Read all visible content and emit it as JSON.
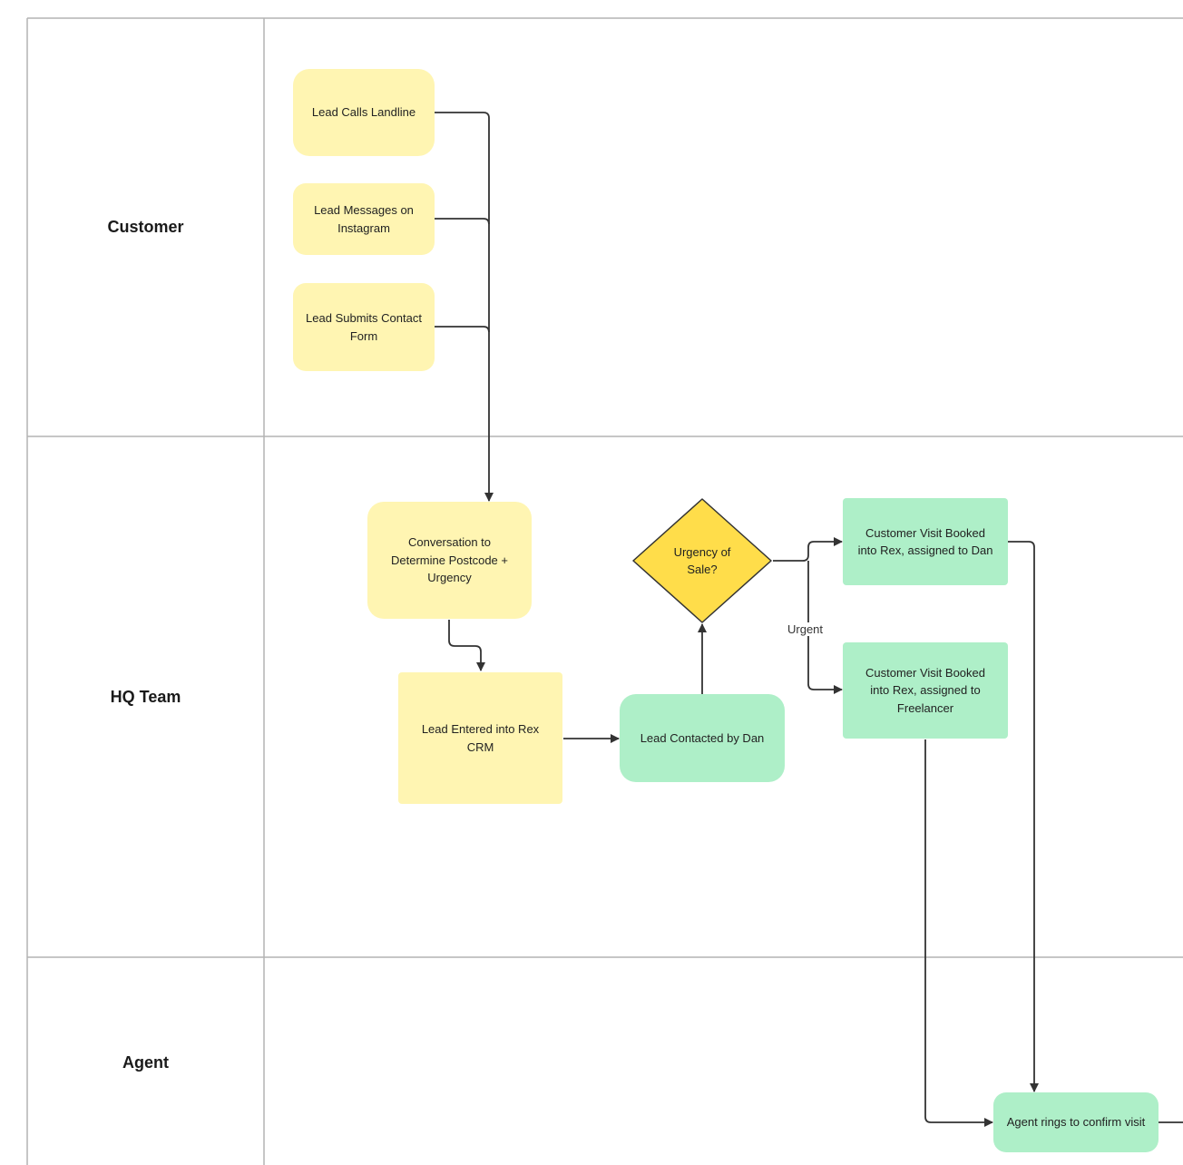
{
  "lanes": [
    {
      "label": "Customer"
    },
    {
      "label": "HQ Team"
    },
    {
      "label": "Agent"
    }
  ],
  "nodes": {
    "lead_calls": "Lead Calls Landline",
    "lead_messages": "Lead Messages on Instagram",
    "lead_submits": "Lead Submits Contact Form",
    "conversation": "Conversation to Determine Postcode + Urgency",
    "lead_entered": "Lead Entered into Rex CRM",
    "lead_contacted": "Lead Contacted by Dan",
    "urgency_decision": "Urgency of Sale?",
    "visit_dan": "Customer Visit Booked into Rex, assigned to Dan",
    "visit_freelancer": "Customer Visit Booked into Rex, assigned to Freelancer",
    "agent_rings": "Agent rings to confirm visit"
  },
  "edge_labels": {
    "urgent": "Urgent"
  },
  "colors": {
    "process_yellow": "#fff5b2",
    "process_green": "#aeefc8",
    "decision": "#ffdd4a",
    "lane_border": "#b3b3b3",
    "connector": "#333333"
  }
}
